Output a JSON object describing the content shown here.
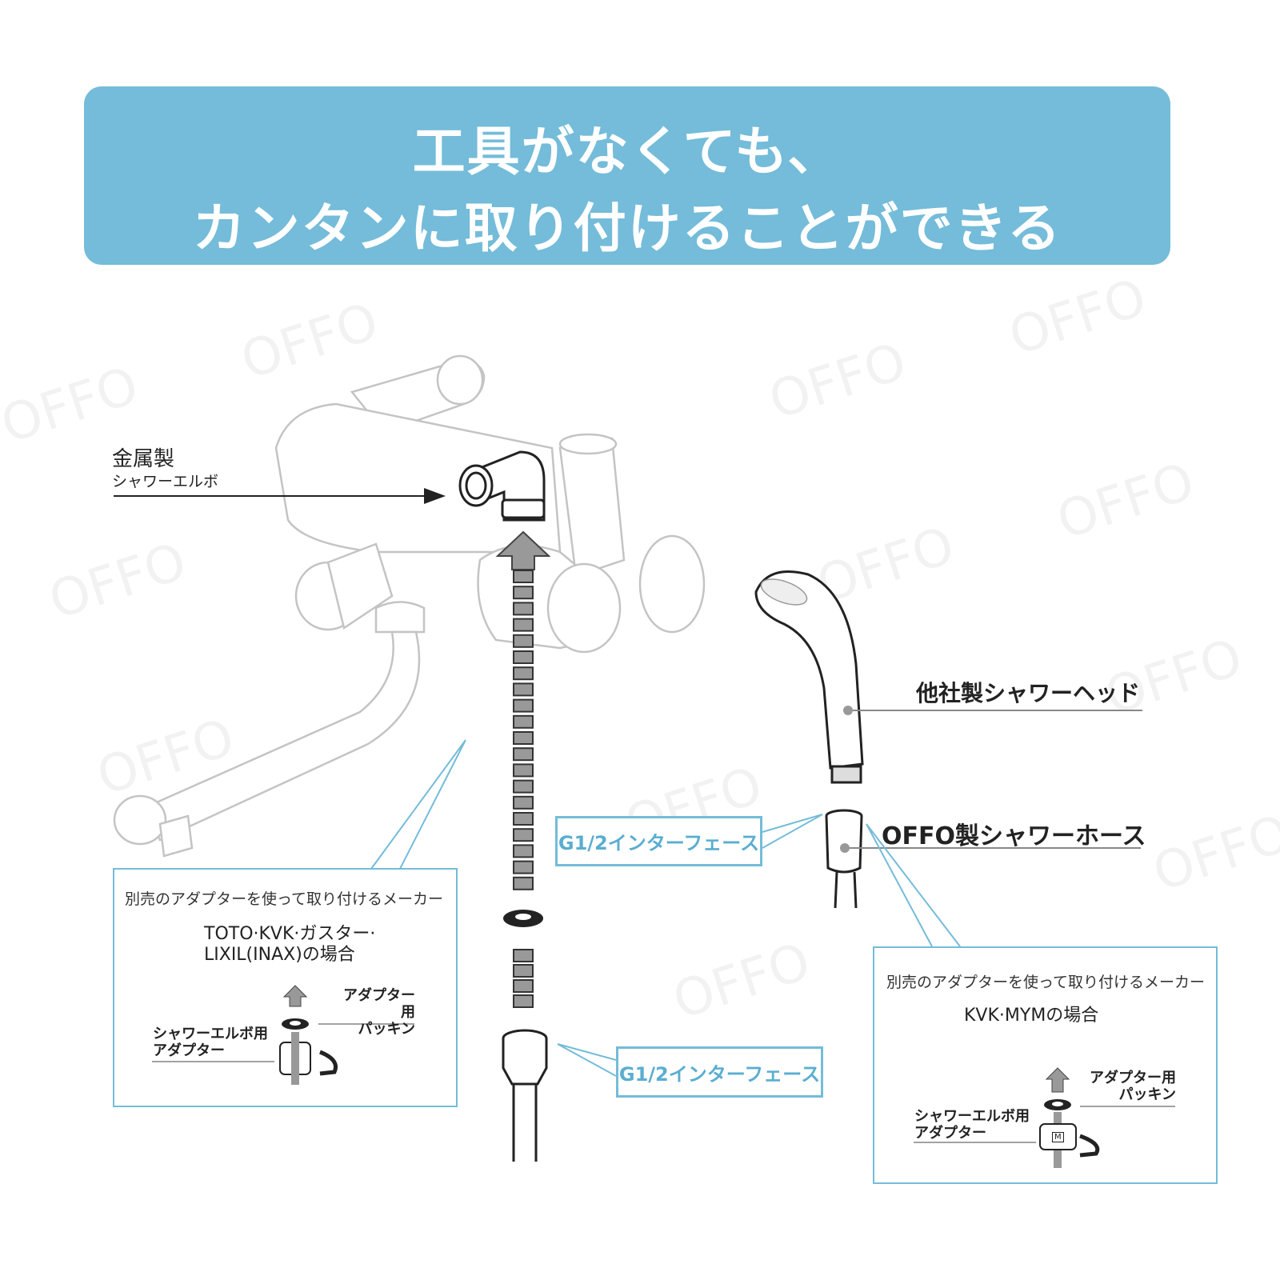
{
  "banner": {
    "line1": "工具がなくても、",
    "line2": "カンタンに取り付けることができる",
    "color": "#74bcd9"
  },
  "watermark": "OFFO",
  "labels": {
    "elbow_material": "金属製",
    "elbow_name": "シャワーエルボ",
    "other_head": "他社製シャワーヘッド",
    "offo_hose": "OFFO製シャワーホース",
    "interface_top": "G1/2インターフェース",
    "interface_bottom": "G1/2インターフェース"
  },
  "left_box": {
    "heading": "別売のアダプターを使って取り付けるメーカー",
    "makers_line1": "TOTO·KVK·ガスター·",
    "makers_line2": "LIXIL(INAX)の場合",
    "packing_line1": "アダプター用",
    "packing_line2": "パッキン",
    "adapter_line1": "シャワーエルボ用",
    "adapter_line2": "アダプター"
  },
  "right_box": {
    "heading": "別売のアダプターを使って取り付けるメーカー",
    "makers": "KVK·MYMの場合",
    "packing_line1": "アダプター用",
    "packing_line2": "パッキン",
    "adapter_line1": "シャワーエルボ用",
    "adapter_line2": "アダプター",
    "adapter_mark": "M"
  }
}
